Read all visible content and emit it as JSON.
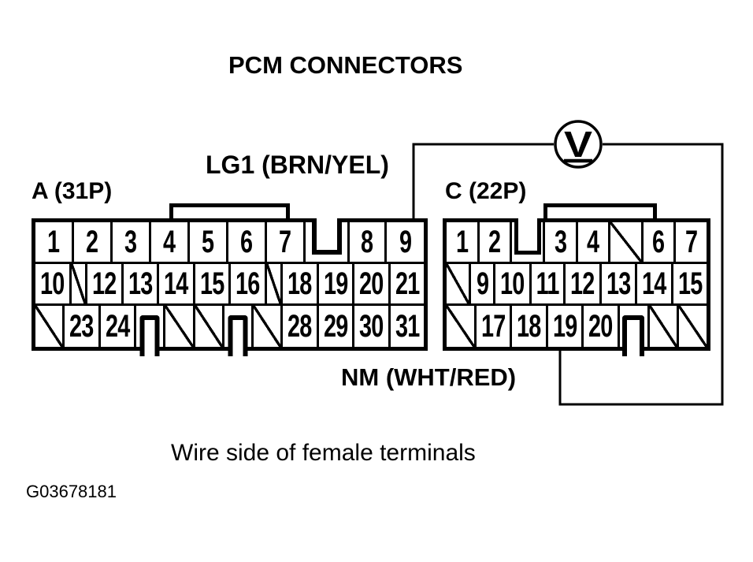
{
  "title": "PCM CONNECTORS",
  "caption": "Wire side of female terminals",
  "figure_code": "G03678181",
  "labels": {
    "wire_top": "LG1 (BRN/YEL)",
    "wire_bottom": "NM (WHT/RED)"
  },
  "voltmeter": {
    "label": "V"
  },
  "connector_a": {
    "label": "A (31P)",
    "rows": [
      [
        "1",
        "2",
        "3",
        "4",
        "5",
        "6",
        "7",
        "KEY",
        "8",
        "9"
      ],
      [
        "10",
        "X",
        "12",
        "13",
        "14",
        "15",
        "16",
        "X",
        "18",
        "19",
        "20",
        "21"
      ],
      [
        "X",
        "23",
        "24",
        "TAB",
        "X",
        "X",
        "TAB",
        "X",
        "28",
        "29",
        "30",
        "31"
      ]
    ]
  },
  "connector_c": {
    "label": "C (22P)",
    "rows": [
      [
        "1",
        "2",
        "KEY",
        "3",
        "4",
        "X",
        "6",
        "7"
      ],
      [
        "X",
        "9",
        "10",
        "11",
        "12",
        "13",
        "14",
        "15"
      ],
      [
        "X",
        "17",
        "18",
        "19",
        "20",
        "TAB",
        "X",
        "X"
      ]
    ]
  },
  "colors": {
    "ink": "#000000",
    "paper": "#ffffff"
  }
}
